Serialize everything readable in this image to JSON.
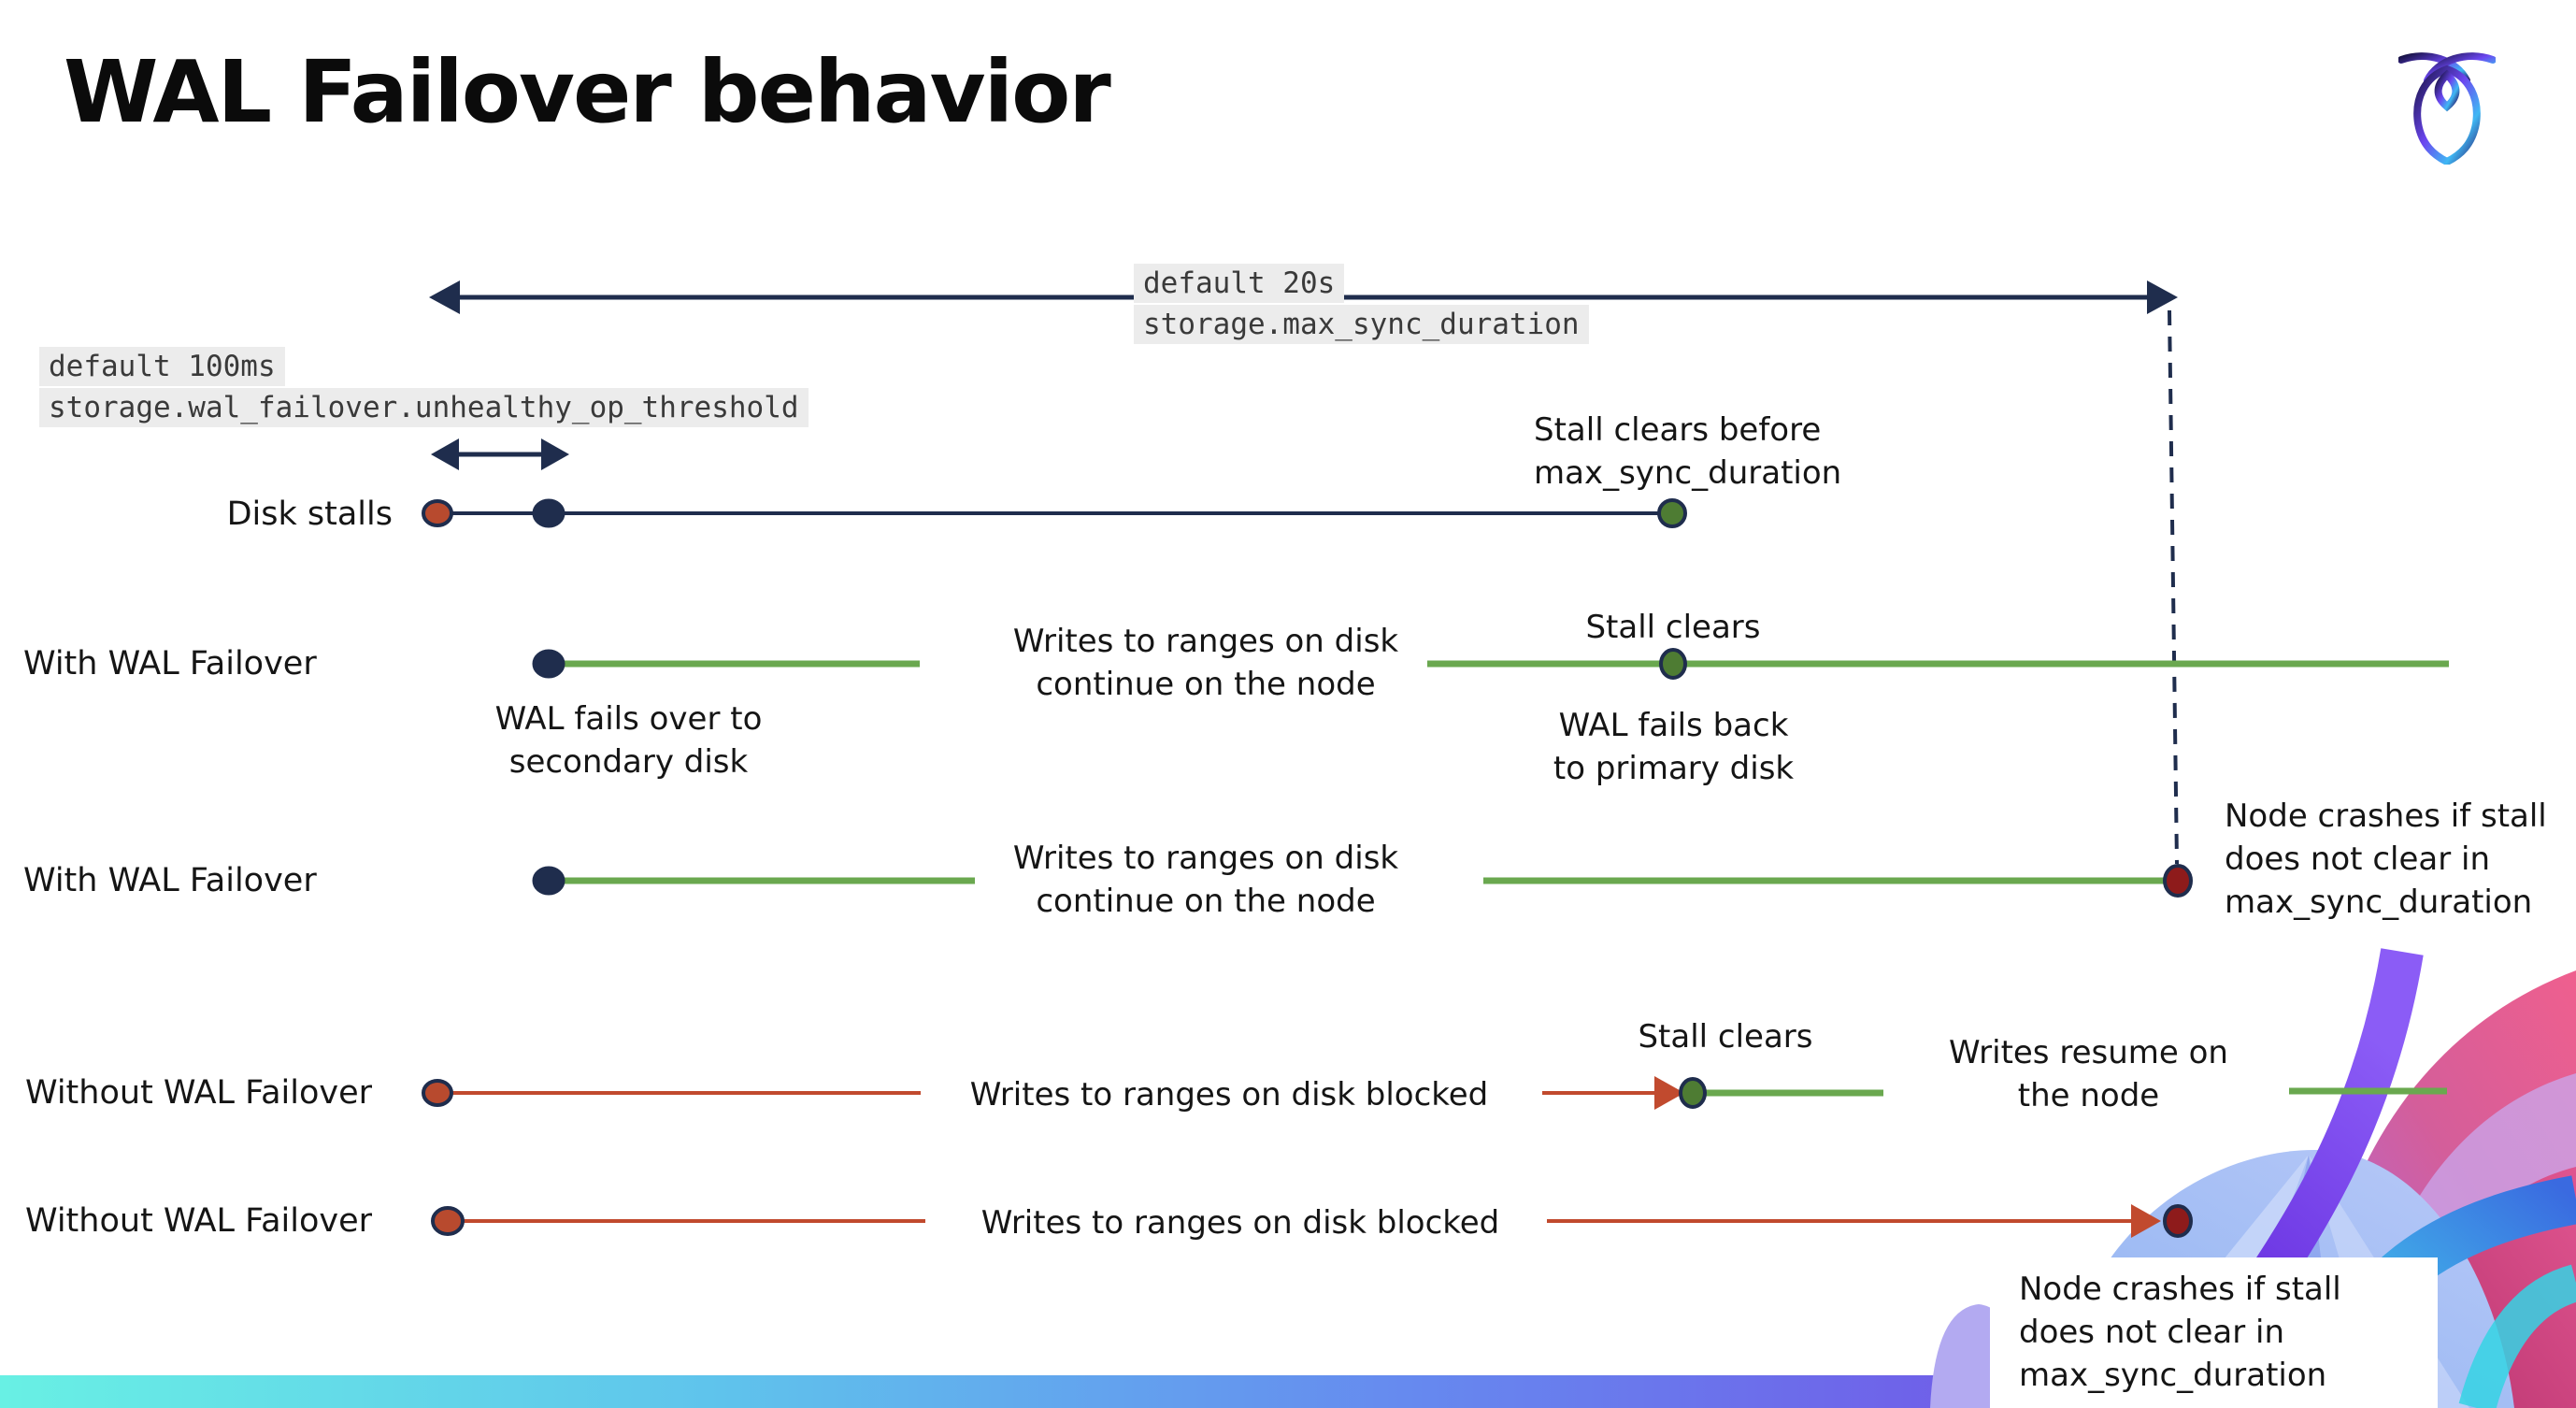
{
  "slide": {
    "title": "WAL Failover behavior",
    "brand": {
      "logo": "cockroachdb-logo"
    }
  },
  "settings_annotations": {
    "max_sync_duration": {
      "default_value": "default 20s",
      "setting_name": "storage.max_sync_duration"
    },
    "unhealthy_op_threshold": {
      "default_value": "default 100ms",
      "setting_name": "storage.wal_failover.unhealthy_op_threshold"
    }
  },
  "rows": [
    {
      "label": "Disk stalls",
      "stall_note": "Stall clears before\nmax_sync_duration"
    },
    {
      "label": "With WAL Failover",
      "failover_note": "WAL fails over to\nsecondary disk",
      "writes_note": "Writes to ranges on disk\ncontinue on the node",
      "stall_note": "Stall clears",
      "failback_note": "WAL fails  back\nto primary disk"
    },
    {
      "label": "With WAL Failover",
      "writes_note": "Writes to ranges on disk\ncontinue on the node",
      "crash_note": "Node crashes if stall\ndoes not clear in\nmax_sync_duration"
    },
    {
      "label": "Without WAL Failover",
      "writes_note": "Writes to ranges on disk  blocked",
      "stall_note": "Stall clears",
      "resume_note": "Writes resume on\nthe node"
    },
    {
      "label": "Without WAL Failover",
      "writes_note": "Writes to ranges on disk  blocked",
      "crash_note": "Node crashes if stall\ndoes not clear in\nmax_sync_duration"
    }
  ],
  "colors": {
    "navy": "#1f2d4d",
    "timeline_green": "#6aa84f",
    "timeline_red": "#c14a2e",
    "dot_red": "#b84a2e",
    "dot_dark_red": "#8e1b1b",
    "dot_green": "#4e7c33",
    "annotation_bg": "#ececec",
    "footer_bar_left": "#68f0e4",
    "footer_bar_mid": "#6689ef",
    "footer_bar_right": "#6d43e2"
  }
}
